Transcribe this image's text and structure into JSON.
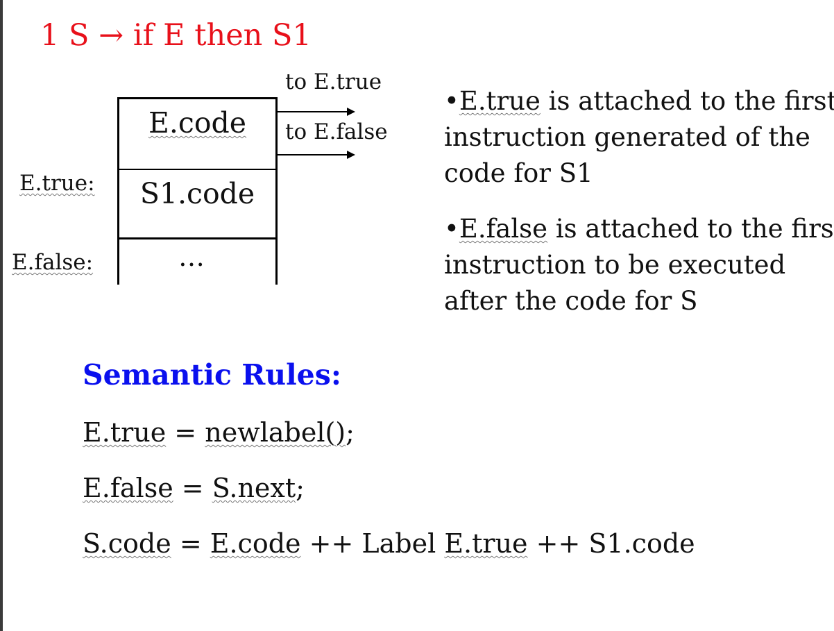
{
  "title": "1 S → if E then S1",
  "diagram": {
    "box_top": "E.code",
    "box_bottom": "S1.code",
    "below_box": "…",
    "arrow_true_label": "to E.true",
    "arrow_false_label": "to E.false",
    "label_true": "E.true:",
    "label_false": "E.false:"
  },
  "notes": [
    {
      "bullet": "•",
      "term": "E.true",
      "line1": " is attached to the first",
      "line2": "instruction generated of the",
      "line3": "code for  S1"
    },
    {
      "bullet": "•",
      "term": "E.false",
      "line1": " is attached to the first",
      "line2": "instruction to be executed",
      "line3": "after the code for S"
    }
  ],
  "semantic": {
    "heading": "Semantic Rules:",
    "rules": [
      {
        "lhs": "E.true",
        "eq": " = ",
        "rhs": "newlabel()",
        "end": ";"
      },
      {
        "lhs": "E.false",
        "eq": " = ",
        "rhs": "S.next",
        "end": ";"
      },
      {
        "lhs": "S.code",
        "eq": " = ",
        "p1": "E.code",
        "p2": " ++ Label ",
        "p3": "E.true",
        "p4": " ++ S1.code"
      }
    ]
  },
  "colors": {
    "title": "#e8101a",
    "heading": "#0a10ee",
    "text": "#111111"
  }
}
